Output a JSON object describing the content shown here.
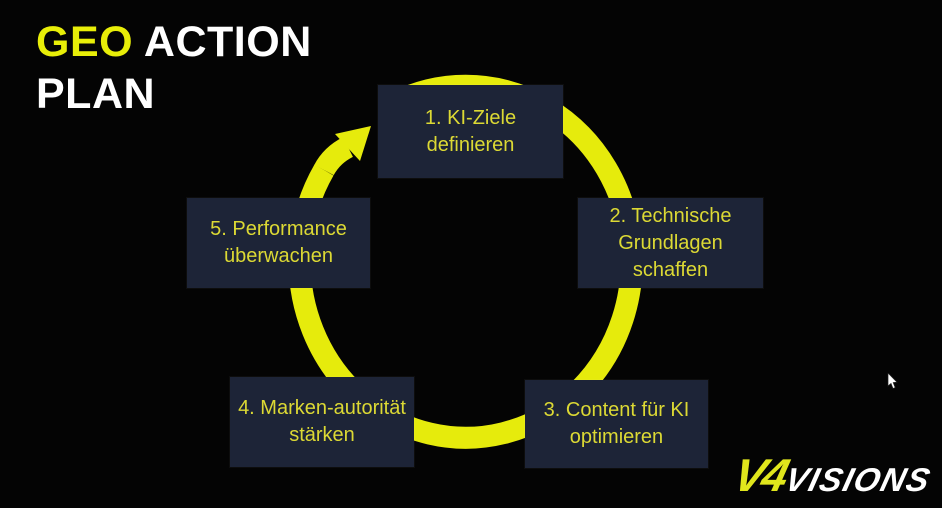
{
  "title": {
    "geo": "GEO",
    "action": " ACTION",
    "plan": "PLAN"
  },
  "cycle": {
    "type": "circular-process",
    "direction": "clockwise",
    "steps": [
      {
        "label": "1. KI-Ziele definieren"
      },
      {
        "label": "2. Technische Grundlagen schaffen"
      },
      {
        "label": "3. Content für KI optimieren"
      },
      {
        "label": "4. Marken-autorität stärken"
      },
      {
        "label": "5. Performance überwachen"
      }
    ]
  },
  "logo": {
    "prefix": "V4",
    "name": "VISIONS"
  },
  "colors": {
    "background": "#040404",
    "accent_yellow": "#e8ee08",
    "ring_yellow": "#e6eb0c",
    "box_background": "#1d2437",
    "box_text_yellow": "#dcd934",
    "title_white": "#ffffff"
  }
}
